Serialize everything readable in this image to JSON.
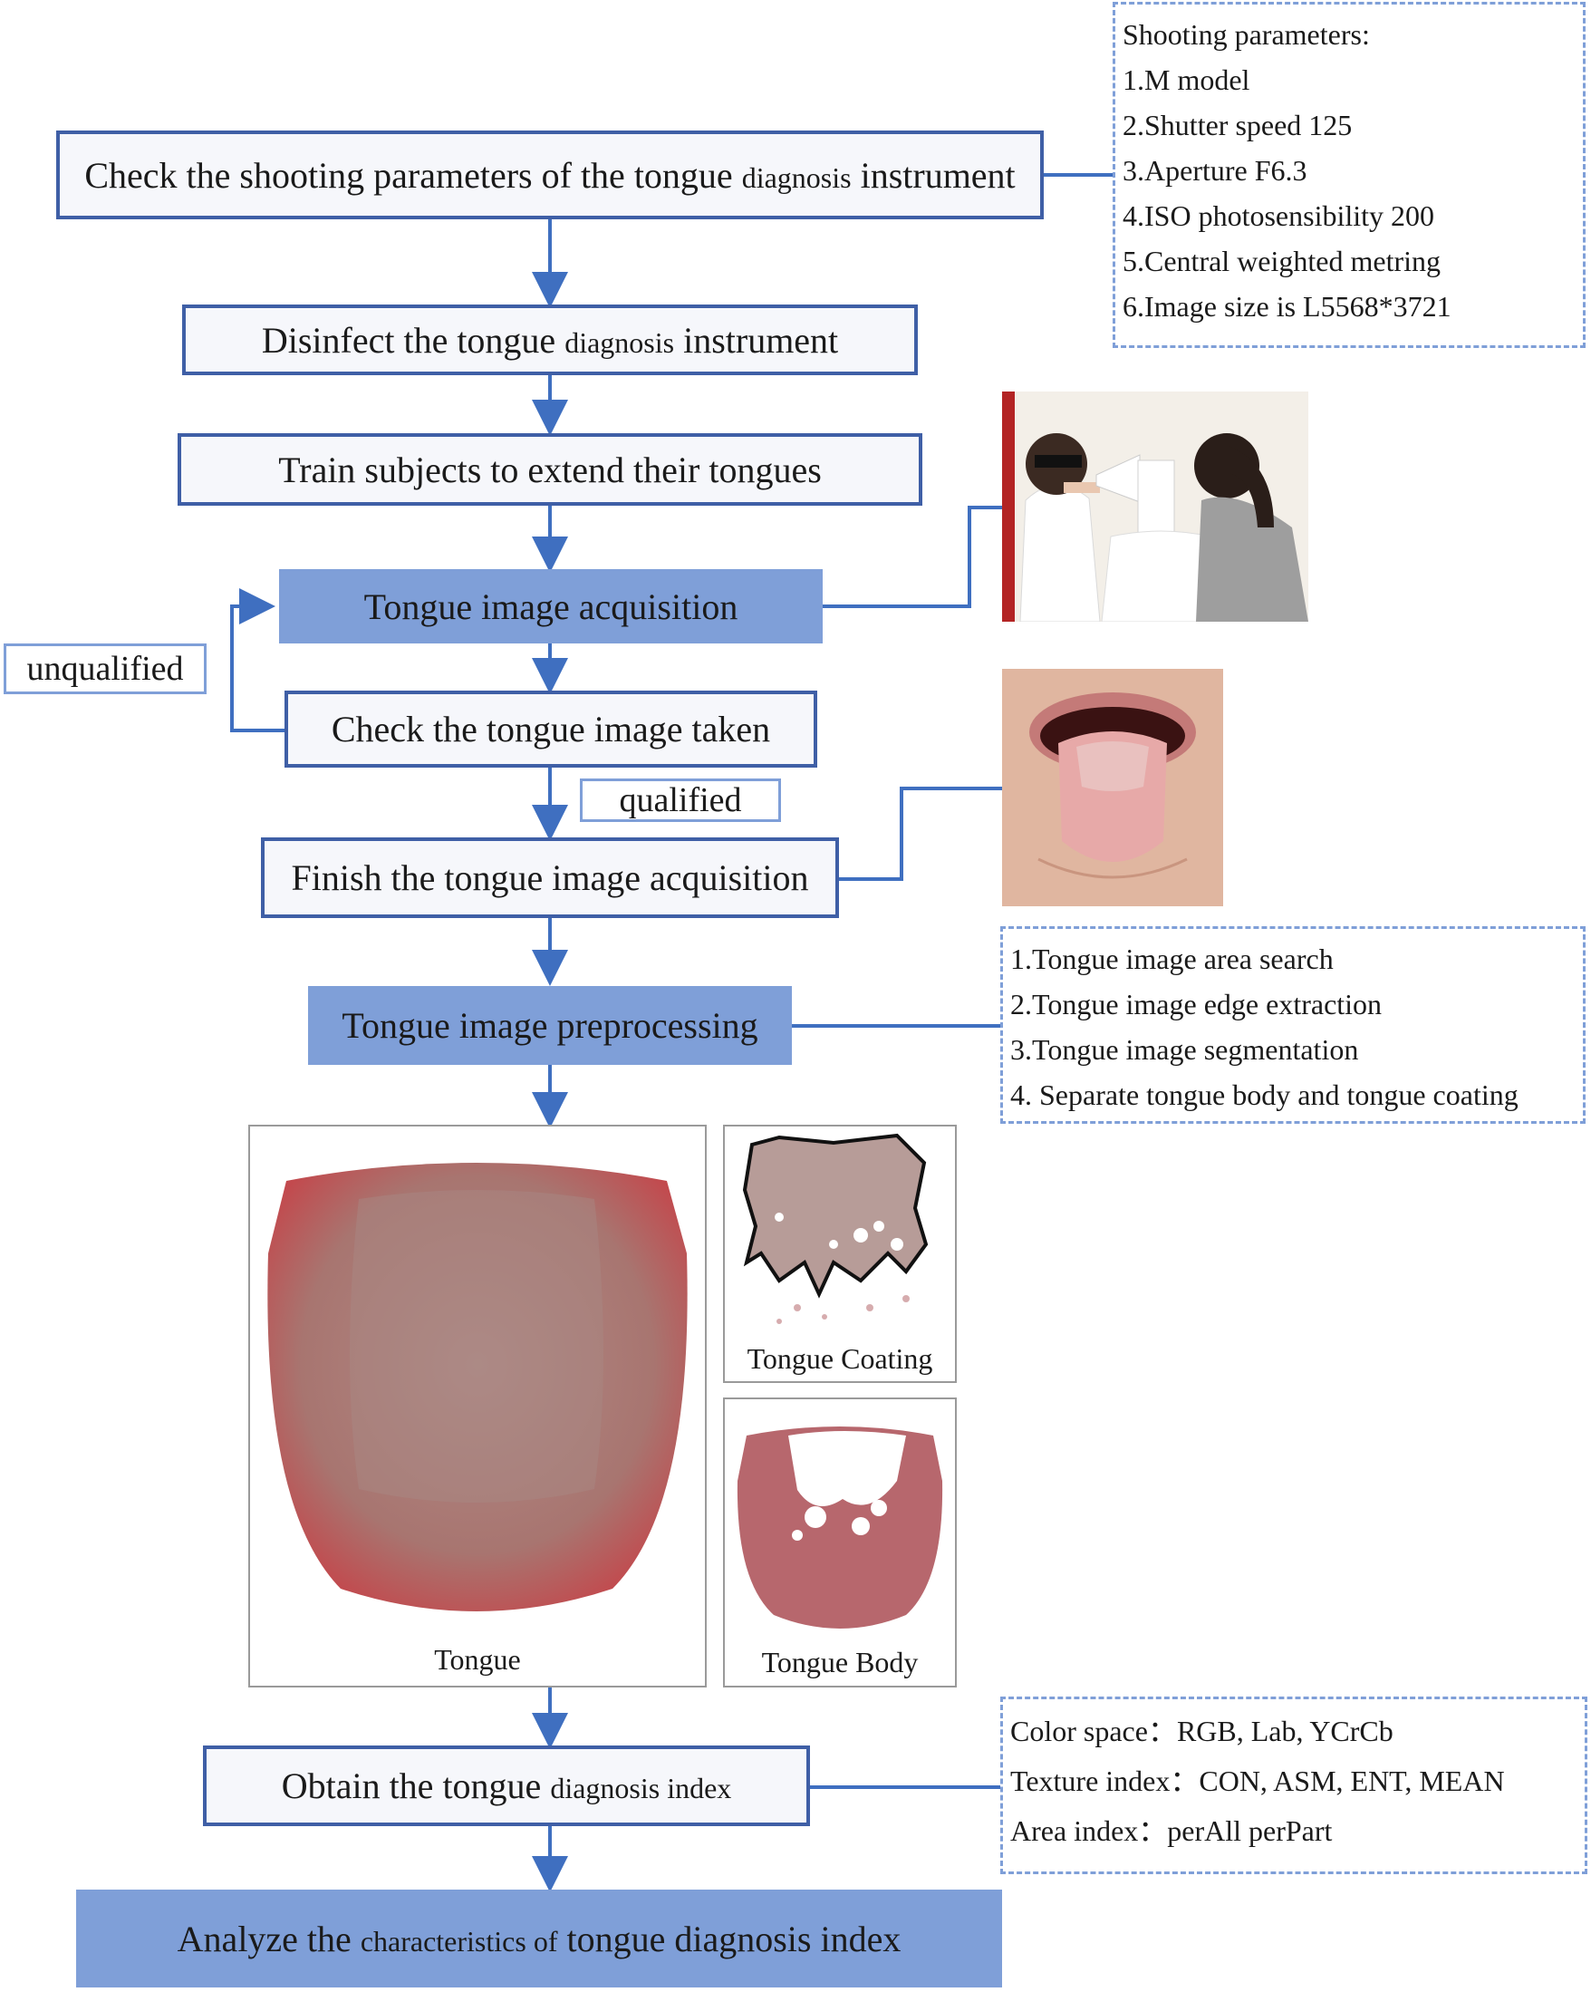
{
  "steps": {
    "check_params": {
      "before": "Check the shooting parameters of the tongue ",
      "small": "diagnosis",
      "after": " instrument"
    },
    "disinfect": {
      "before": "Disinfect the tongue ",
      "small": "diagnosis",
      "after": " instrument"
    },
    "train": "Train subjects to extend their tongues",
    "acquisition": "Tongue image acquisition",
    "check_taken": "Check the tongue image taken",
    "finish": "Finish the tongue image acquisition",
    "preprocessing": "Tongue image preprocessing",
    "obtain_index": {
      "before": "Obtain the tongue ",
      "small": "diagnosis index",
      "after": ""
    },
    "analyze": {
      "before": "Analyze the ",
      "small": "characteristics of",
      "after": " tongue diagnosis index"
    }
  },
  "labels": {
    "unqualified": "unqualified",
    "qualified": "qualified"
  },
  "shooting_parameters": {
    "title": "Shooting parameters:",
    "items": [
      "1.M model",
      "2.Shutter speed 125",
      "3.Aperture F6.3",
      "4.ISO photosensibility 200",
      "5.Central weighted metring",
      "6.Image size is  L5568*3721"
    ]
  },
  "preprocessing_steps": [
    "1.Tongue image area search",
    "2.Tongue image edge extraction",
    "3.Tongue image segmentation",
    "4. Separate tongue body and tongue coating"
  ],
  "index_list": [
    "Color space：RGB, Lab, YCrCb",
    "Texture index：CON, ASM, ENT, MEAN",
    "Area index：perAll perPart"
  ],
  "image_captions": {
    "tongue": "Tongue",
    "coating": "Tongue Coating",
    "body": "Tongue Body"
  },
  "colors": {
    "outline": "#3f5fa6",
    "fill": "#7f9fd8",
    "dashed": "#7f9fd8",
    "connector": "#3f6fc0"
  }
}
